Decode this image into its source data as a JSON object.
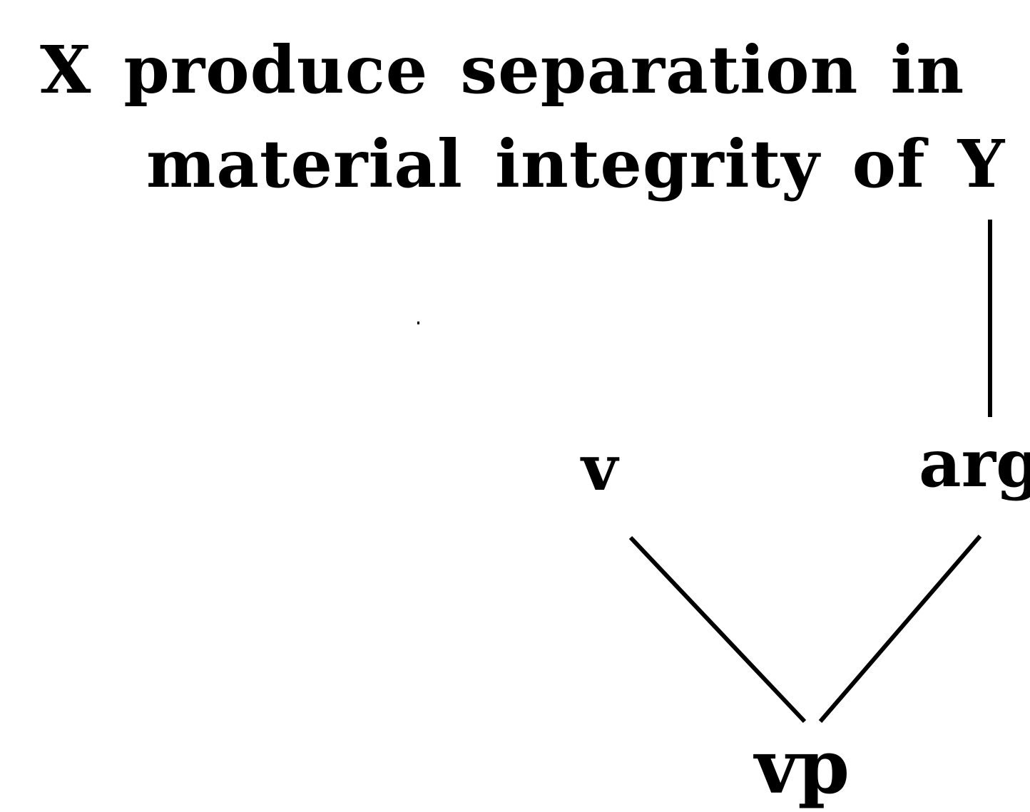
{
  "diagram": {
    "phrase": {
      "line1": "X produce separation in",
      "line2": "material integrity of Y"
    },
    "nodes": {
      "v": "v",
      "arg": "arg",
      "vp": "vp"
    }
  },
  "colors": {
    "ink": "#000000",
    "background": "#ffffff"
  }
}
